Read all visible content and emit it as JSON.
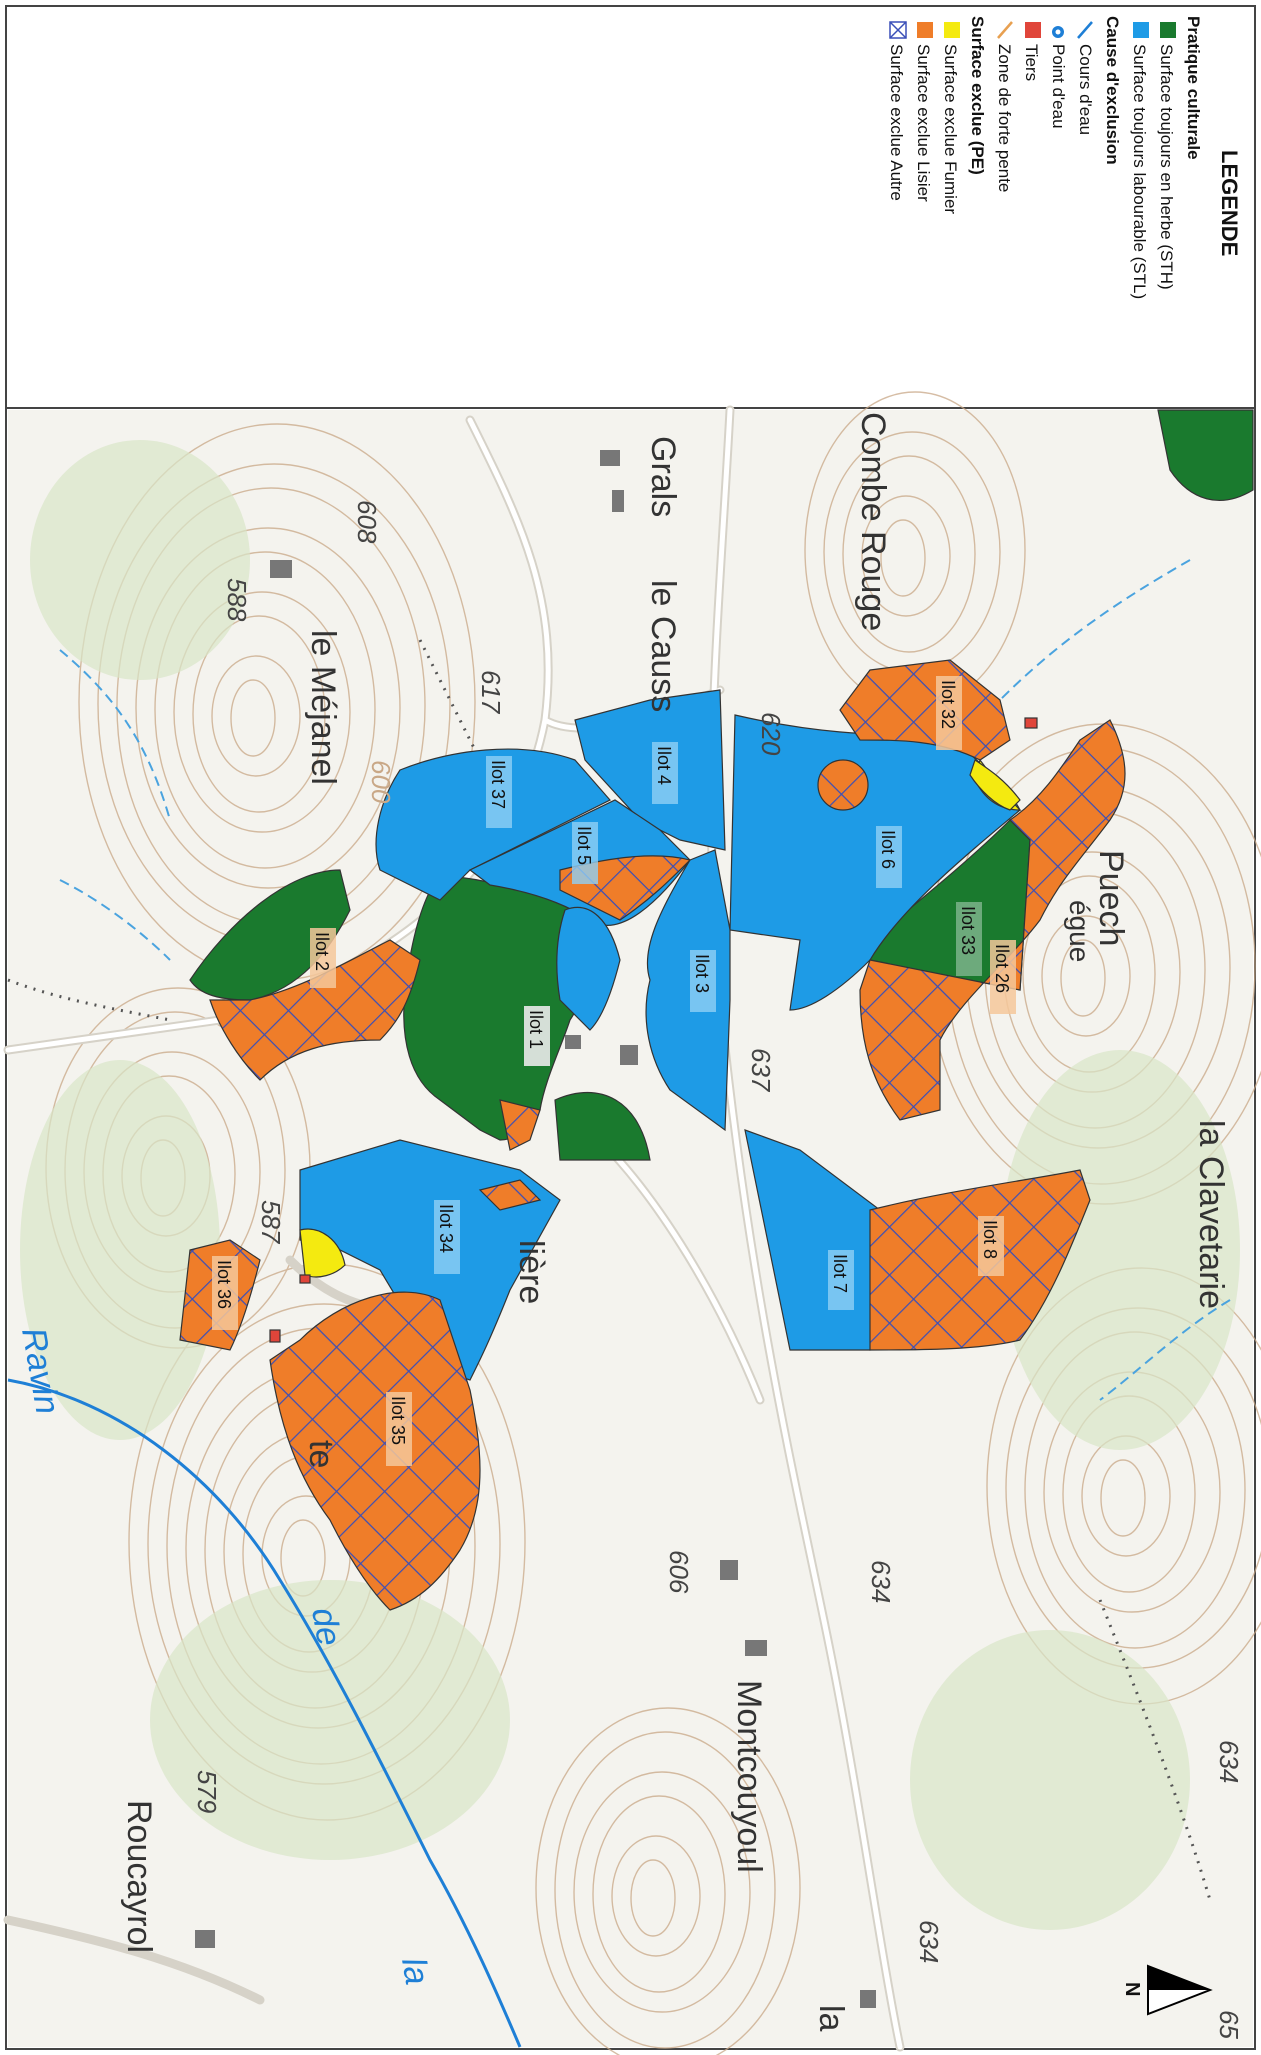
{
  "legend": {
    "title": "LEGENDE",
    "sections": [
      {
        "heading": "Pratique culturale",
        "items": [
          {
            "label": "Surface toujours en herbe (STH)",
            "icon": "green-square-icon",
            "color": "#1a7a2e"
          },
          {
            "label": "Surface toujours labourable (STL)",
            "icon": "blue-square-icon",
            "color": "#1e9be6"
          }
        ]
      },
      {
        "heading": "Cause d'exclusion",
        "items": [
          {
            "label": "Cours d'eau",
            "icon": "blue-line-icon",
            "color": "#1e7fd6"
          },
          {
            "label": "Point d'eau",
            "icon": "water-drop-icon",
            "color": "#1e7fd6"
          },
          {
            "label": "Tiers",
            "icon": "red-square-icon",
            "color": "#e0453a"
          },
          {
            "label": "Zone de forte pente",
            "icon": "orange-line-icon",
            "color": "#e8a050"
          }
        ]
      },
      {
        "heading": "Surface exclue (PE)",
        "items": [
          {
            "label": "Surface exclue Fumier",
            "icon": "yellow-square-icon",
            "color": "#f4ea10"
          },
          {
            "label": "Surface exclue Lisier",
            "icon": "orange-square-icon",
            "color": "#ef7d29"
          },
          {
            "label": "Surface exclue Autre",
            "icon": "crossed-square-icon",
            "color": "#3a4fb8"
          }
        ]
      }
    ]
  },
  "north_arrow": {
    "label": "N"
  },
  "places": [
    "Grals",
    "le Causs",
    "Combe Rouge",
    "Puech",
    "la Clavetarie",
    "le Méjanel",
    "Montcouyoul",
    "Roucayrol",
    "Ravin",
    "de",
    "la",
    "la",
    "lière",
    "te",
    "égue"
  ],
  "elevations": [
    "608",
    "588",
    "617",
    "620",
    "637",
    "587",
    "606",
    "634",
    "634",
    "634",
    "579",
    "600",
    "65"
  ],
  "ilots": [
    "Ilot 32",
    "Ilot 6",
    "Ilot 33",
    "Ilot 26",
    "Ilot 4",
    "Ilot 37",
    "Ilot 5",
    "Ilot 3",
    "Ilot 2",
    "Ilot 1",
    "Ilot 7",
    "Ilot 8",
    "Ilot 34",
    "Ilot 36",
    "Ilot 35"
  ],
  "colors": {
    "sth": "#1a7a2e",
    "stl": "#1e9be6",
    "lisier": "#ef7d29",
    "fumier": "#f4ea10",
    "hatch": "#3a4fb8",
    "contour": "#c9a887",
    "water": "#4aa3df"
  }
}
